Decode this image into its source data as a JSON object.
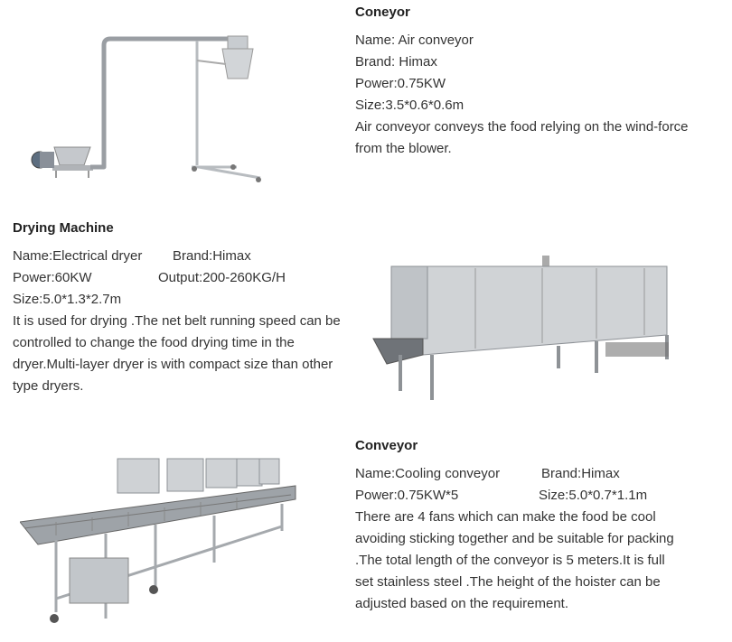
{
  "sections": [
    {
      "heading": "Coneyor",
      "name": "Name: Air conveyor",
      "brand": "Brand: Himax",
      "power": "Power:0.75KW",
      "size": "Size:3.5*0.6*0.6m",
      "desc": "Air conveyor conveys the food relying on the wind-force from the blower."
    },
    {
      "heading": "Drying Machine",
      "name": "Name:Electrical dryer",
      "brand": "Brand:Himax",
      "power": "Power:60KW",
      "output": "Output:200-260KG/H",
      "size": "Size:5.0*1.3*2.7m",
      "desc": "It is used for drying .The net belt running speed can be controlled to change the food drying time in the dryer.Multi-layer dryer is with compact size than other type dryers."
    },
    {
      "heading": "Conveyor",
      "name": "Name:Cooling conveyor",
      "brand": "Brand:Himax",
      "power": "Power:0.75KW*5",
      "size": "Size:5.0*0.7*1.1m",
      "desc": "There are 4 fans which can make the food be cool avoiding sticking together and be suitable for packing .The total length of the conveyor is 5 meters.It is full set stainless steel .The height of the hoister can be adjusted based on the requirement."
    }
  ]
}
